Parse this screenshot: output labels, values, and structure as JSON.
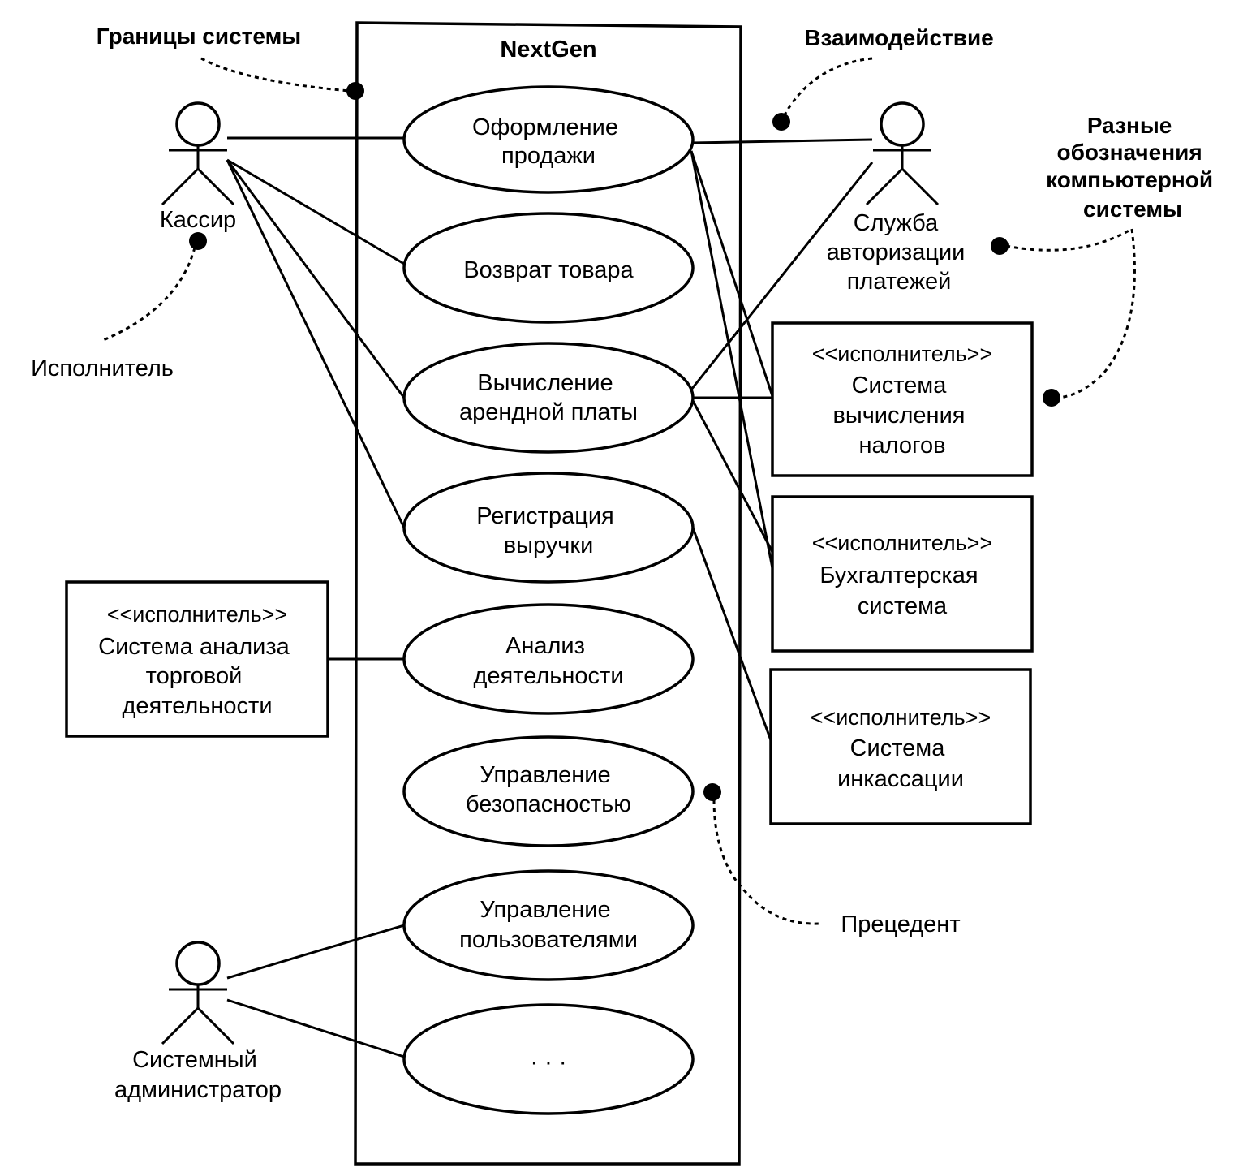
{
  "system": {
    "name": "NextGen"
  },
  "annotations": {
    "boundary": "Границы системы",
    "interaction": "Взаимодействие",
    "actor": "Исполнитель",
    "usecase": "Прецедент",
    "computer_system": [
      "Разные",
      "обозначения",
      "компьютерной",
      "системы"
    ]
  },
  "actors": {
    "cashier": [
      "Кассир"
    ],
    "auth_service": [
      "Служба",
      "авторизации",
      "платежей"
    ],
    "sysadmin": [
      "Системный",
      "администратор"
    ]
  },
  "system_actors": {
    "stereotype": "<<исполнитель>>",
    "tax": [
      "Система",
      "вычисления",
      "налогов"
    ],
    "accounting": [
      "Бухгалтерская",
      "система"
    ],
    "collection": [
      "Система",
      "инкассации"
    ],
    "analysis": [
      "Система анализа",
      "торговой",
      "деятельности"
    ]
  },
  "use_cases": {
    "sale": [
      "Оформление",
      "продажи"
    ],
    "return": [
      "Возврат товара"
    ],
    "rent": [
      "Вычисление",
      "арендной платы"
    ],
    "revenue": [
      "Регистрация",
      "выручки"
    ],
    "activity": [
      "Анализ",
      "деятельности"
    ],
    "security": [
      "Управление",
      "безопасностью"
    ],
    "users": [
      "Управление",
      "пользователями"
    ],
    "more": [
      "· · ·"
    ]
  }
}
